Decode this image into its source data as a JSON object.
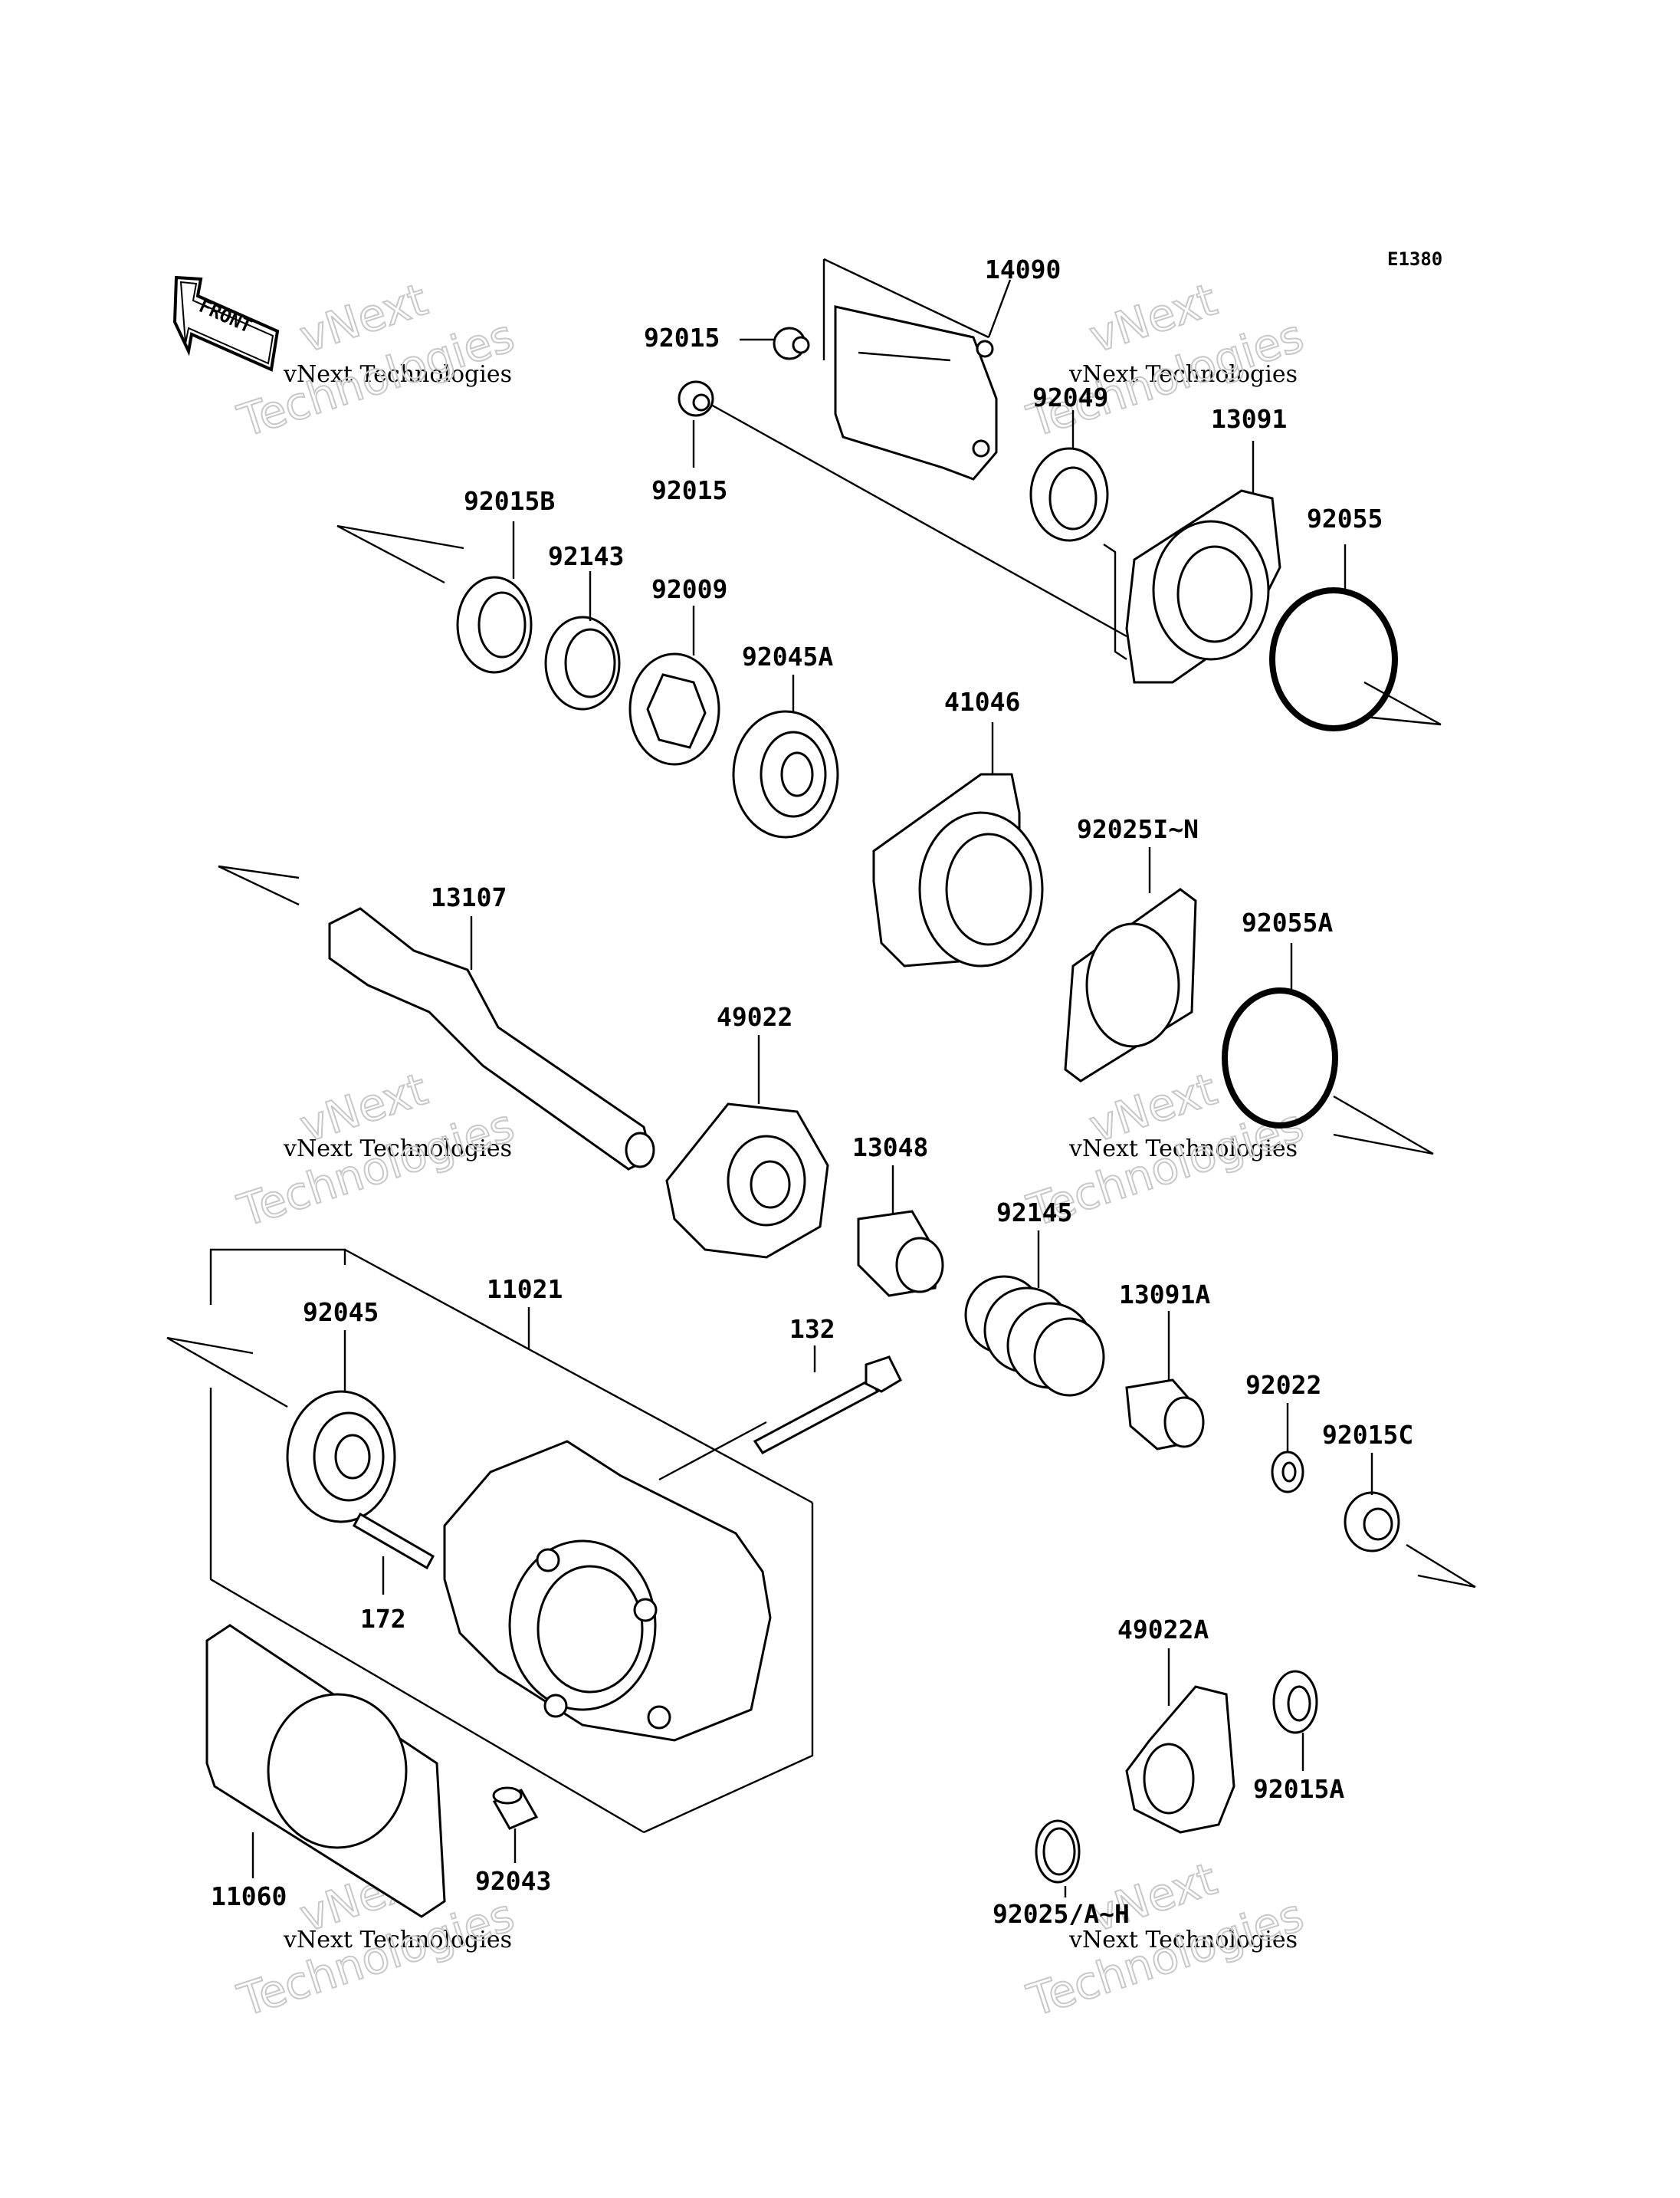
{
  "diagram_code": "E1380",
  "front_label": "FRONT",
  "watermark": {
    "line1": "vNext",
    "line2": "vNext Technologies",
    "line3": "Technologies"
  },
  "parts": [
    {
      "id": "14090",
      "label": "14090"
    },
    {
      "id": "92015-top",
      "label": "92015"
    },
    {
      "id": "92015-mid",
      "label": "92015"
    },
    {
      "id": "92049",
      "label": "92049"
    },
    {
      "id": "13091",
      "label": "13091"
    },
    {
      "id": "92055",
      "label": "92055"
    },
    {
      "id": "92015B",
      "label": "92015B"
    },
    {
      "id": "92143",
      "label": "92143"
    },
    {
      "id": "92009",
      "label": "92009"
    },
    {
      "id": "92045A",
      "label": "92045A"
    },
    {
      "id": "41046",
      "label": "41046"
    },
    {
      "id": "92025I-N",
      "label": "92025I~N"
    },
    {
      "id": "92055A",
      "label": "92055A"
    },
    {
      "id": "13107",
      "label": "13107"
    },
    {
      "id": "49022",
      "label": "49022"
    },
    {
      "id": "13048",
      "label": "13048"
    },
    {
      "id": "92145",
      "label": "92145"
    },
    {
      "id": "13091A",
      "label": "13091A"
    },
    {
      "id": "92022",
      "label": "92022"
    },
    {
      "id": "92015C",
      "label": "92015C"
    },
    {
      "id": "11021",
      "label": "11021"
    },
    {
      "id": "92045",
      "label": "92045"
    },
    {
      "id": "132",
      "label": "132"
    },
    {
      "id": "172",
      "label": "172"
    },
    {
      "id": "49022A",
      "label": "49022A"
    },
    {
      "id": "92015A",
      "label": "92015A"
    },
    {
      "id": "11060",
      "label": "11060"
    },
    {
      "id": "92043",
      "label": "92043"
    },
    {
      "id": "92025-A-H",
      "label": "92025/A~H"
    }
  ]
}
